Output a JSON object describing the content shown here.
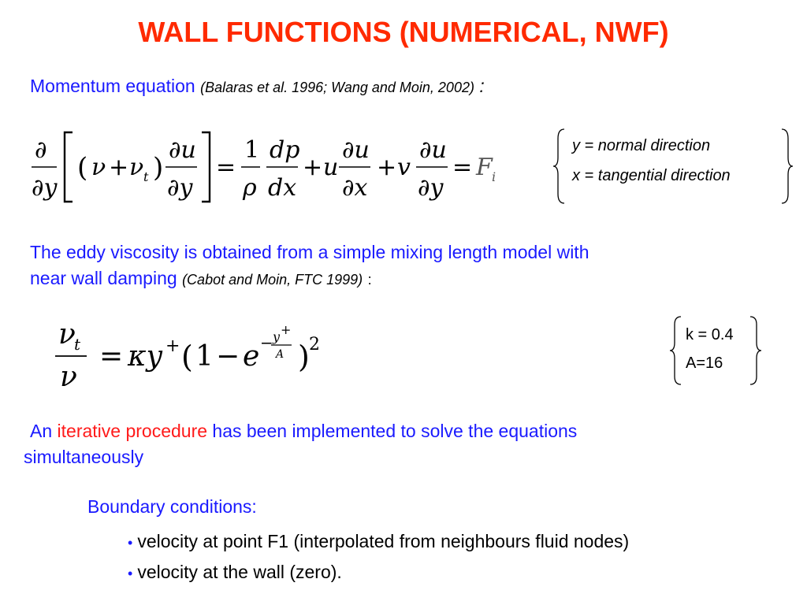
{
  "title": "WALL FUNCTIONS (NUMERICAL, NWF)",
  "section1": {
    "heading": "Momentum equation",
    "citation": "(Balaras et al. 1996; Wang and Moin, 2002)",
    "colon": ":"
  },
  "equation1": {
    "description": "d/dy[(nu + nu_t) du/dy] = (1/rho) dp/dx + u du/dx + v du/dy = F_i",
    "notes": [
      "y = normal direction",
      "x = tangential direction"
    ]
  },
  "section2": {
    "line1": "The eddy viscosity is obtained from a simple mixing length model with",
    "line2": "near wall damping",
    "citation": "(Cabot and Moin, FTC 1999)",
    "colon": ":"
  },
  "equation2": {
    "description": "nu_t/nu = kappa y+ (1 - e^(-y+/A))^2",
    "notes": [
      "k = 0.4",
      "A=16"
    ]
  },
  "section3": {
    "prefix": "An",
    "highlight": "iterative procedure",
    "rest": "has been implemented to solve the equations",
    "line2": "simultaneously"
  },
  "boundary": {
    "heading": "Boundary conditions:",
    "items": [
      "velocity at point F1 (interpolated from neighbours fluid nodes)",
      "velocity at the wall (zero)."
    ]
  }
}
